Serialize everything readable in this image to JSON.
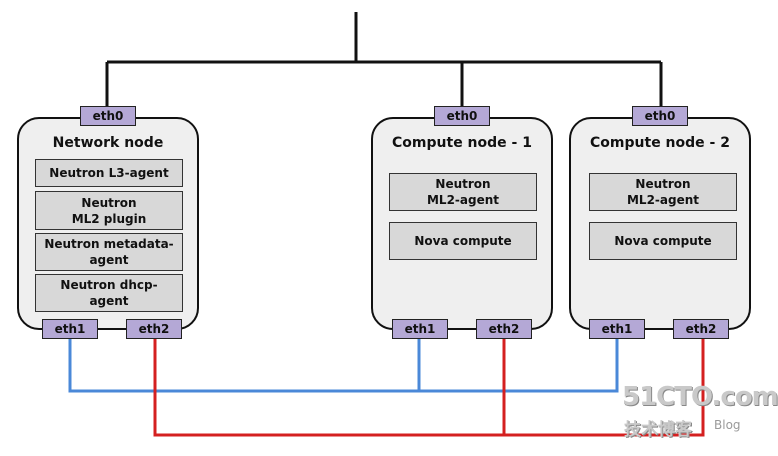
{
  "colors": {
    "management": "#111111",
    "blue_net": "#4a88d8",
    "red_net": "#d42020",
    "port_fill": "#b4a8d6",
    "node_fill": "#efefef",
    "service_fill": "#d8d8d8"
  },
  "network_node": {
    "title": "Network node",
    "eth0": "eth0",
    "eth1": "eth1",
    "eth2": "eth2",
    "services": [
      "Neutron L3-agent",
      "Neutron\nML2 plugin",
      "Neutron metadata-\nagent",
      "Neutron dhcp-\nagent"
    ]
  },
  "compute1": {
    "title": "Compute node - 1",
    "eth0": "eth0",
    "eth1": "eth1",
    "eth2": "eth2",
    "services": [
      "Neutron\nML2-agent",
      "Nova compute"
    ]
  },
  "compute2": {
    "title": "Compute node - 2",
    "eth0": "eth0",
    "eth1": "eth1",
    "eth2": "eth2",
    "services": [
      "Neutron\nML2-agent",
      "Nova compute"
    ]
  },
  "watermark": {
    "main": "51CTO.com",
    "sub": "技术博客",
    "blog": "Blog"
  }
}
